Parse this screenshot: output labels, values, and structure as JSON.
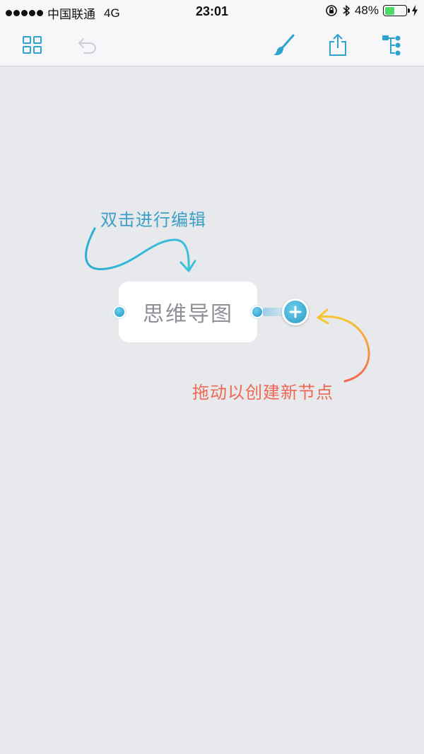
{
  "status_bar": {
    "carrier": "中国联通",
    "network": "4G",
    "time": "23:01",
    "battery": "48%",
    "battery_level": 0.48
  },
  "toolbar": {
    "icons": [
      "grid-view-icon",
      "undo-icon",
      "brush-icon",
      "share-icon",
      "tree-structure-icon"
    ]
  },
  "canvas": {
    "hint_edit": "双击进行编辑",
    "hint_drag": "拖动以创建新节点",
    "root_node": "思维导图"
  },
  "colors": {
    "accent": "#2ea3cd",
    "hint_edit": "#3aa0c5",
    "hint_drag": "#ec6a55",
    "background": "#e8e9ed",
    "battery": "#4cd964"
  }
}
